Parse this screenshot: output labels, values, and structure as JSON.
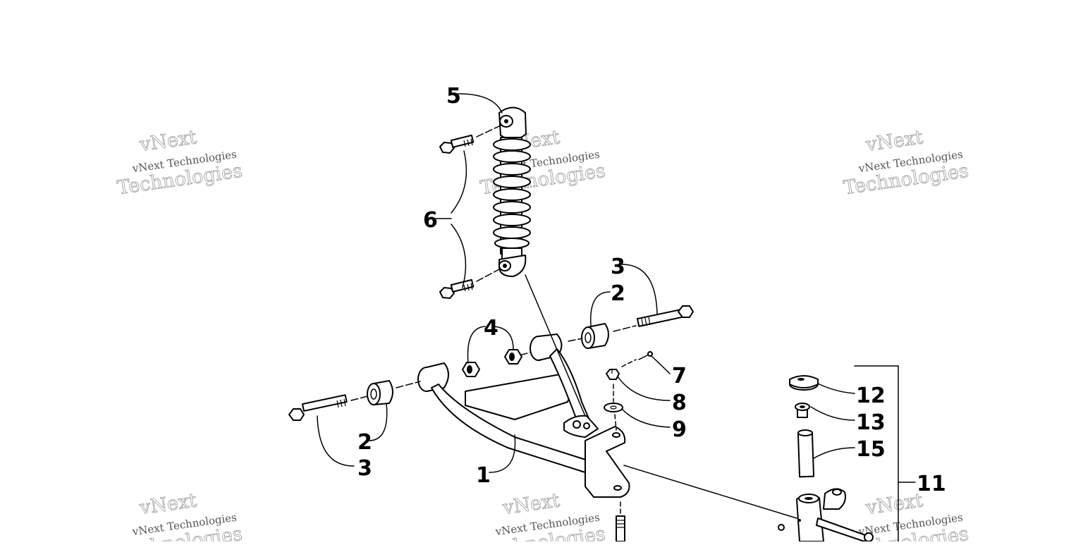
{
  "callouts": [
    {
      "id": "c5",
      "label": "5"
    },
    {
      "id": "c6",
      "label": "6"
    },
    {
      "id": "c3a",
      "label": "3"
    },
    {
      "id": "c2a",
      "label": "2"
    },
    {
      "id": "c4",
      "label": "4"
    },
    {
      "id": "c7",
      "label": "7"
    },
    {
      "id": "c8",
      "label": "8"
    },
    {
      "id": "c9",
      "label": "9"
    },
    {
      "id": "c12",
      "label": "12"
    },
    {
      "id": "c13",
      "label": "13"
    },
    {
      "id": "c15",
      "label": "15"
    },
    {
      "id": "c11",
      "label": "11"
    },
    {
      "id": "c2b",
      "label": "2"
    },
    {
      "id": "c3b",
      "label": "3"
    },
    {
      "id": "c1",
      "label": "1"
    }
  ],
  "watermark": {
    "line1": "vNext Technologies",
    "line2a": "vNext",
    "line2b": "Technologies"
  }
}
